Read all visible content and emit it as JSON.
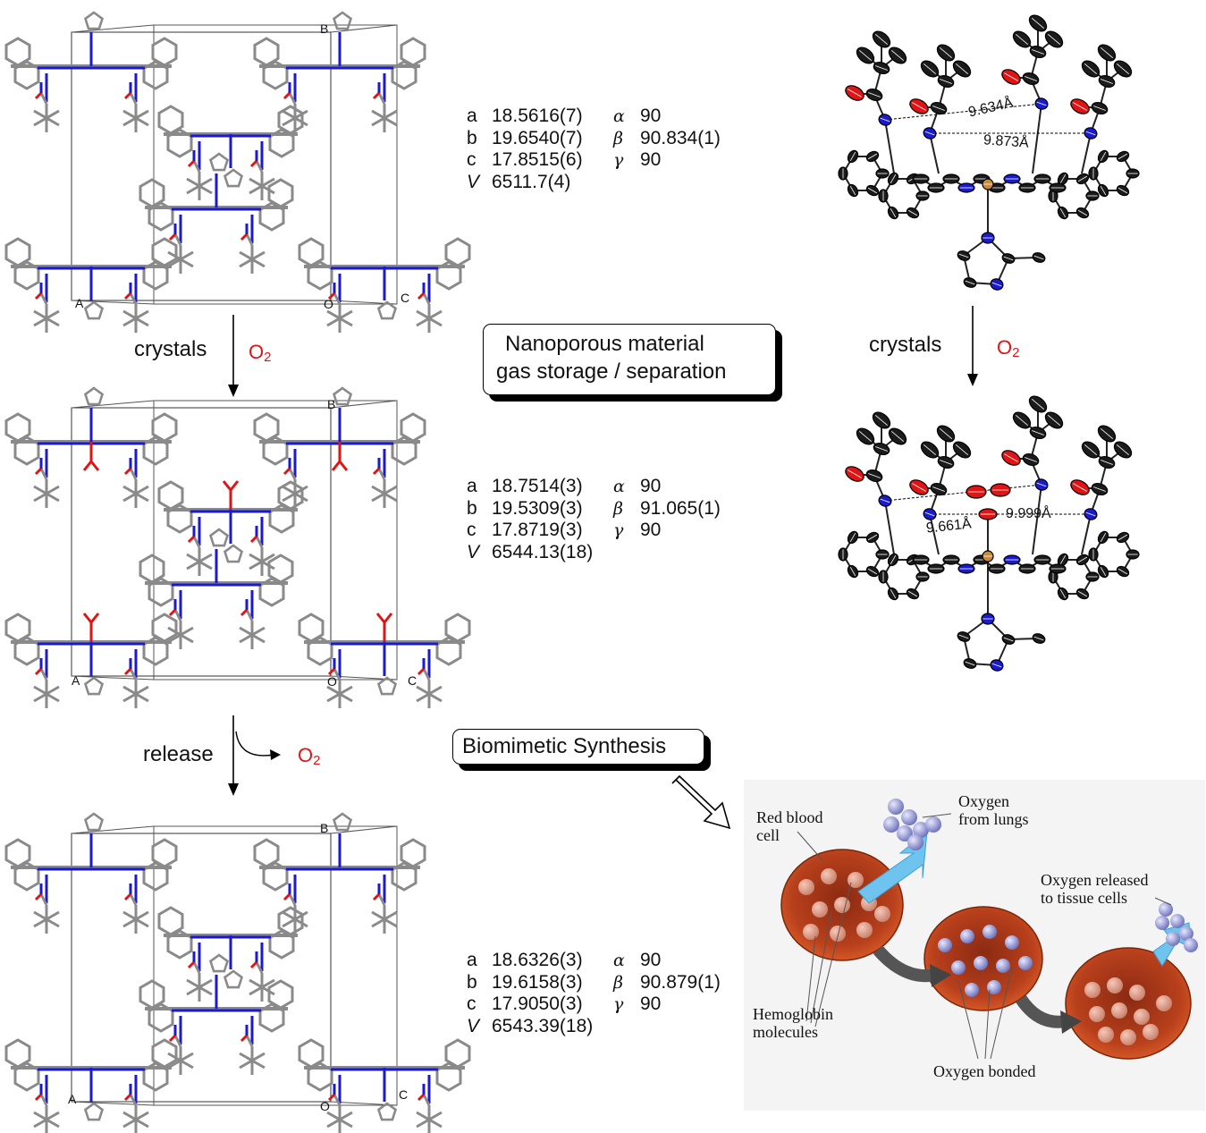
{
  "cells": [
    {
      "id": "initial",
      "axes": {
        "B": "B",
        "A": "A",
        "O": "O",
        "C": "C"
      },
      "params": {
        "a": {
          "label": "a",
          "value": "18.5616(7)"
        },
        "b": {
          "label": "b",
          "value": "19.6540(7)"
        },
        "c": {
          "label": "c",
          "value": "17.8515(6)"
        },
        "V": {
          "label": "V",
          "value": "6511.7(4)"
        },
        "alpha": {
          "label": "α",
          "value": "90"
        },
        "beta": {
          "label": "β",
          "value": "90.834(1)"
        },
        "gamma": {
          "label": "γ",
          "value": "90"
        }
      },
      "o2_bound": false
    },
    {
      "id": "oxygenated",
      "axes": {
        "B": "B",
        "A": "A",
        "O": "O",
        "C": "C"
      },
      "params": {
        "a": {
          "label": "a",
          "value": "18.7514(3)"
        },
        "b": {
          "label": "b",
          "value": "19.5309(3)"
        },
        "c": {
          "label": "c",
          "value": "17.8719(3)"
        },
        "V": {
          "label": "V",
          "value": "6544.13(18)"
        },
        "alpha": {
          "label": "α",
          "value": "90"
        },
        "beta": {
          "label": "β",
          "value": "91.065(1)"
        },
        "gamma": {
          "label": "γ",
          "value": "90"
        }
      },
      "o2_bound": true
    },
    {
      "id": "released",
      "axes": {
        "B": "B",
        "A": "A",
        "O": "O",
        "C": "C"
      },
      "params": {
        "a": {
          "label": "a",
          "value": "18.6326(3)"
        },
        "b": {
          "label": "b",
          "value": "19.6158(3)"
        },
        "c": {
          "label": "c",
          "value": "17.9050(3)"
        },
        "V": {
          "label": "V",
          "value": "6543.39(18)"
        },
        "alpha": {
          "label": "α",
          "value": "90"
        },
        "beta": {
          "label": "β",
          "value": "90.879(1)"
        },
        "gamma": {
          "label": "γ",
          "value": "90"
        }
      },
      "o2_bound": false
    }
  ],
  "arrows": {
    "left_first": {
      "text": "crystals",
      "o2": "O",
      "o2_sub": "2"
    },
    "left_second": {
      "text": "release",
      "o2": "O",
      "o2_sub": "2"
    },
    "right": {
      "text": "crystals",
      "o2": "O",
      "o2_sub": "2"
    }
  },
  "boxes": {
    "nanoporous_line1": "Nanoporous material",
    "nanoporous_line2": "gas storage / separation",
    "biomimetic": "Biomimetic Synthesis"
  },
  "ortep": {
    "top": {
      "d1": "9.634Å",
      "d2": "9.873Å"
    },
    "bottom": {
      "d1": "9.661Å",
      "d2": "9.999Å"
    }
  },
  "rbc": {
    "red_blood": "Red blood",
    "cell": "cell",
    "oxygen": "Oxygen",
    "from_lungs": "from lungs",
    "released_1": "Oxygen released",
    "released_2": "to tissue cells",
    "hemoglobin": "Hemoglobin",
    "molecules": "molecules",
    "bonded": "Oxygen bonded"
  },
  "colors": {
    "nitrogen": "#1a1ad0",
    "oxygen": "#e01414",
    "carbon_stick": "#8a8a8a",
    "ellipsoid": "#1b1b1b",
    "iron": "#c78a3a",
    "cell_fill": "#b8401c",
    "o2_arrow": "#6fc3ef",
    "o2_sphere": "#6a6fb8"
  }
}
